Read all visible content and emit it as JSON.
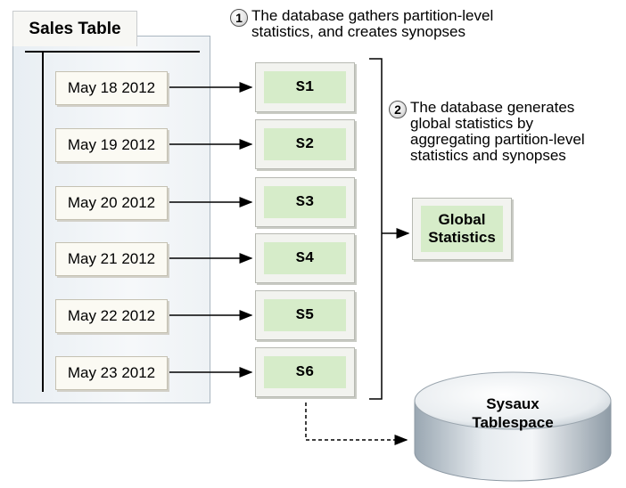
{
  "table": {
    "title": "Sales Table"
  },
  "partitions": [
    {
      "label": "May 18 2012",
      "synopsis": "S1"
    },
    {
      "label": "May 19 2012",
      "synopsis": "S2"
    },
    {
      "label": "May 20 2012",
      "synopsis": "S3"
    },
    {
      "label": "May 21 2012",
      "synopsis": "S4"
    },
    {
      "label": "May 22 2012",
      "synopsis": "S5"
    },
    {
      "label": "May 23 2012",
      "synopsis": "S6"
    }
  ],
  "steps": [
    {
      "number": "1",
      "line1": "The database gathers partition-level",
      "line2": "statistics, and creates synopses"
    },
    {
      "number": "2",
      "line1": "The database generates",
      "line2": "global statistics by",
      "line3": "aggregating partition-level",
      "line4": "statistics and synopses"
    }
  ],
  "global": {
    "line1": "Global",
    "line2": "Statistics"
  },
  "sysaux": {
    "line1": "Sysaux",
    "line2": "Tablespace"
  }
}
